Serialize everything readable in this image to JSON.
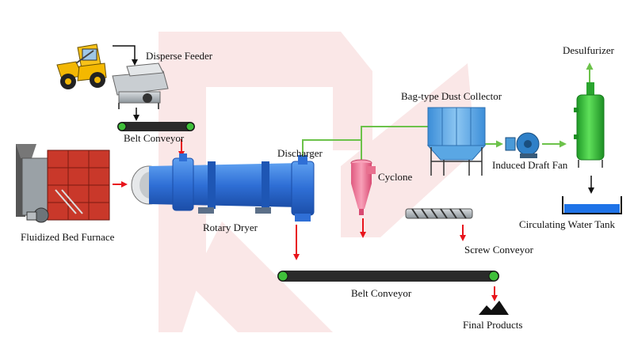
{
  "labels": {
    "disperse_feeder": "Disperse Feeder",
    "belt_conveyor_top": "Belt Conveyor",
    "fluidized_bed_furnace": "Fluidized Bed Furnace",
    "rotary_dryer": "Rotary Dryer",
    "discharger": "Discharger",
    "cyclone": "Cyclone",
    "bag_dust_collector": "Bag-type Dust Collector",
    "induced_draft_fan": "Induced Draft Fan",
    "desulfurizer": "Desulfurizer",
    "circulating_water_tank": "Circulating Water Tank",
    "screw_conveyor": "Screw Conveyor",
    "belt_conveyor_bottom": "Belt Conveyor",
    "final_products": "Final Products"
  },
  "colors": {
    "material_flow_arrow": "#e8141c",
    "gas_flow_arrow": "#6cc24a",
    "feed_arrow": "#111111",
    "dryer_blue": "#2f6fd6",
    "cyclone_pink": "#f07b9a",
    "desulfurizer_green": "#39c13c",
    "watermark_pink": "#f6d4d4",
    "furnace_red": "#c9382a"
  }
}
